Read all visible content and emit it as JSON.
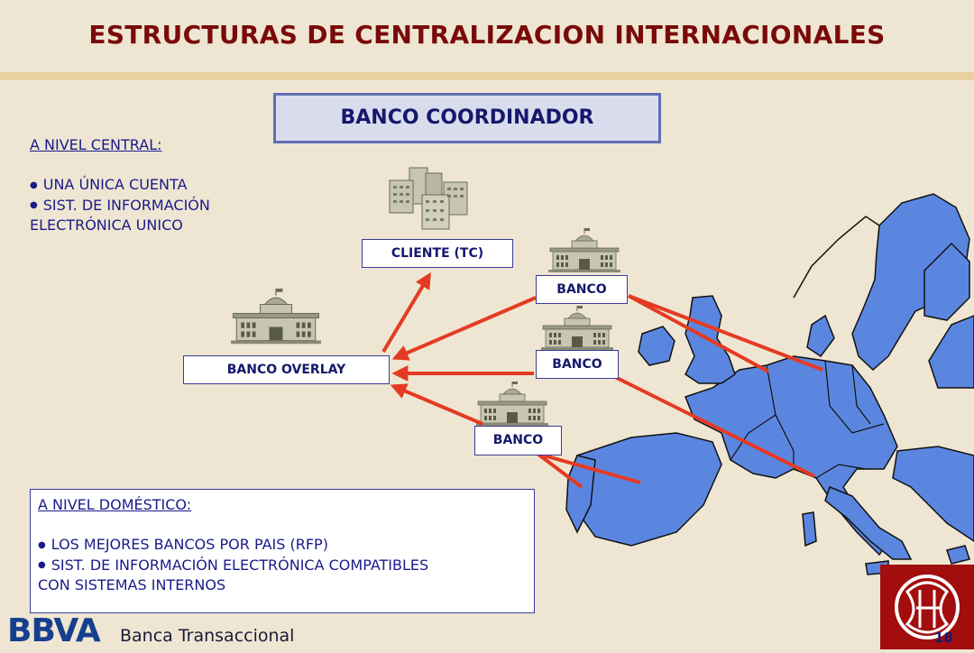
{
  "title": "ESTRUCTURAS DE CENTRALIZACION INTERNACIONALES",
  "coordinator": "BANCO COORDINADOR",
  "central": {
    "heading": "A NIVEL CENTRAL:",
    "bullets": [
      "UNA ÚNICA CUENTA",
      "SIST. DE INFORMACIÓN"
    ],
    "continuation": "ELECTRÓNICA UNICO"
  },
  "nodes": {
    "cliente": "CLIENTE (TC)",
    "overlay": "BANCO OVERLAY",
    "banco_1": "BANCO",
    "banco_2": "BANCO",
    "banco_3": "BANCO"
  },
  "domestic": {
    "heading": "A NIVEL DOMÉSTICO:",
    "bullets": [
      "LOS MEJORES BANCOS POR PAIS (RFP)",
      "SIST. DE INFORMACIÓN ELECTRÓNICA COMPATIBLES"
    ],
    "continuation": "CON SISTEMAS INTERNOS"
  },
  "footer": {
    "brand": "BBVA",
    "section": "Banca Transaccional",
    "page": "18"
  },
  "colors": {
    "title": "#7a0a0a",
    "text": "#1a1a8a",
    "arrow": "#e53a22",
    "map_fill": "#5b86e0",
    "background": "#eee6d2"
  },
  "icons": [
    "office-buildings-icon",
    "bank-building-icon",
    "europe-map-image",
    "bbva-logo",
    "corporate-emblem-logo"
  ]
}
